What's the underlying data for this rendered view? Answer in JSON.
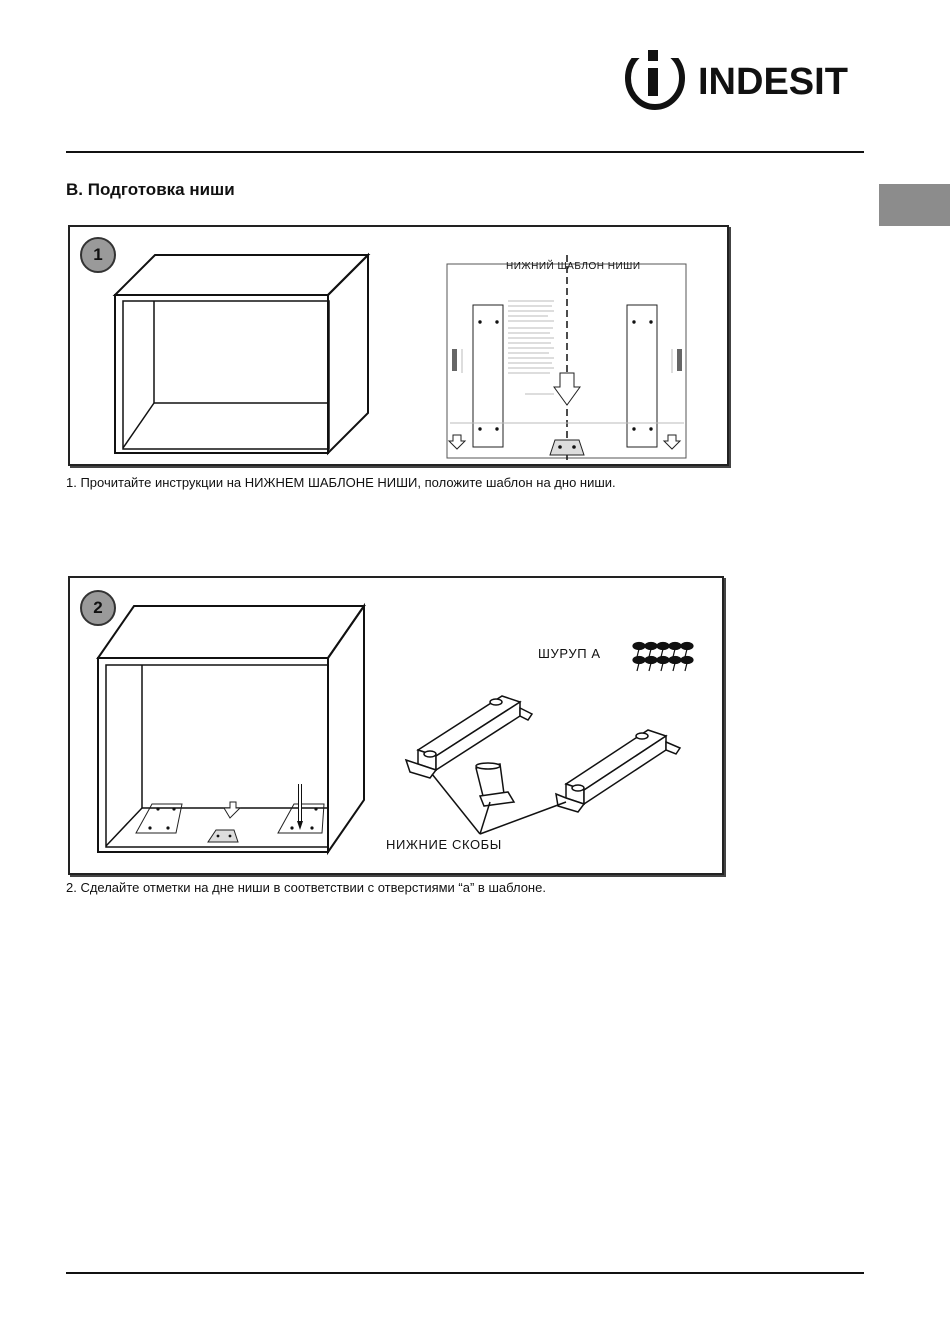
{
  "brand": {
    "name": "INDESIT"
  },
  "section": {
    "title": "B. Подготовка ниши"
  },
  "step1": {
    "number": "1",
    "template_title": "НИЖНИЙ ШАБЛОН НИШИ",
    "caption": "1. Прочитайте инструкции на НИЖНЕМ ШАБЛОНЕ НИШИ, положите шаблон на дно ниши."
  },
  "step2": {
    "number": "2",
    "label_screw": "ШУРУП А",
    "label_brackets": "НИЖНИЕ СКОБЫ",
    "caption": "2. Сделайте отметки на дне ниши в соответствии с отверстиями “а” в шаблоне."
  },
  "colors": {
    "ink": "#111111",
    "badge": "#9a9a9a",
    "side_tab": "#8c8c8c"
  }
}
